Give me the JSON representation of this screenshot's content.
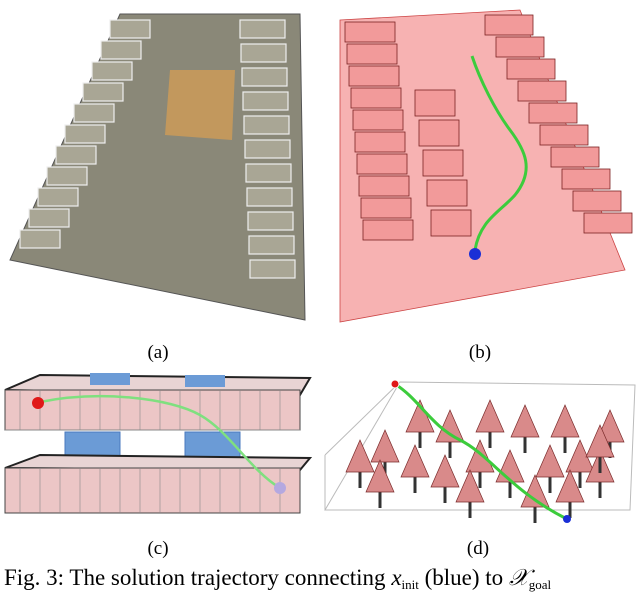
{
  "panels": {
    "a": {
      "label": "(a)"
    },
    "b": {
      "label": "(b)"
    },
    "c": {
      "label": "(c)"
    },
    "d": {
      "label": "(d)"
    }
  },
  "caption": {
    "prefix": "Fig. 3: The solution trajectory connecting ",
    "x_symbol": "x",
    "x_sub": "init",
    "middle": " (blue) to ",
    "goal_symbol": "𝒳",
    "goal_sub": "goal"
  },
  "colors": {
    "mesh_red": "#f29a9a",
    "trajectory": "#3ccc3c",
    "start_blue": "#1a2fd6",
    "goal_red": "#e01818",
    "floor_blue": "#6b9bd6"
  }
}
